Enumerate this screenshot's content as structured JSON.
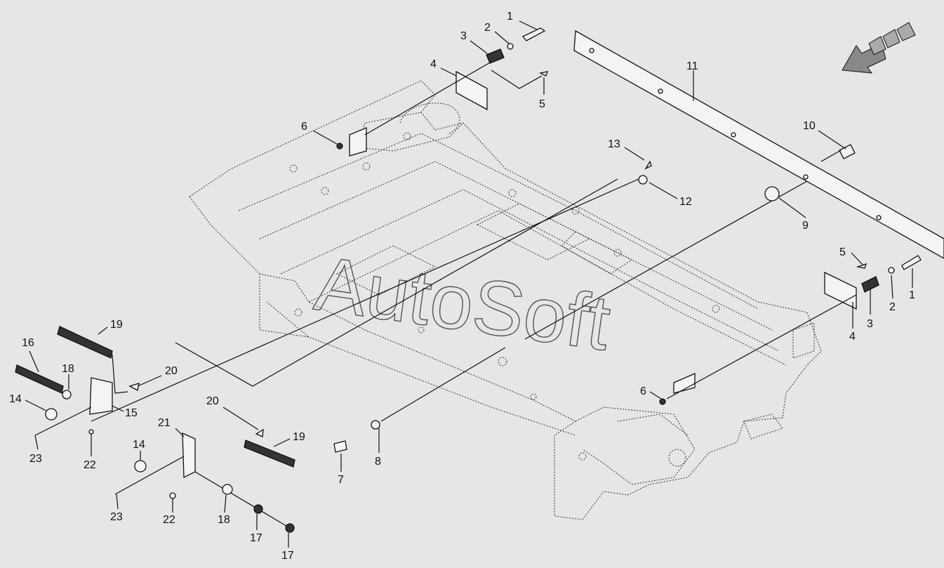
{
  "watermark": {
    "text": "AutoSoft"
  },
  "callouts": [
    {
      "id": "c1a",
      "label": "1"
    },
    {
      "id": "c2a",
      "label": "2"
    },
    {
      "id": "c3a",
      "label": "3"
    },
    {
      "id": "c4a",
      "label": "4"
    },
    {
      "id": "c5a",
      "label": "5"
    },
    {
      "id": "c6a",
      "label": "6"
    },
    {
      "id": "c11",
      "label": "11"
    },
    {
      "id": "c10",
      "label": "10"
    },
    {
      "id": "c13",
      "label": "13"
    },
    {
      "id": "c12",
      "label": "12"
    },
    {
      "id": "c9",
      "label": "9"
    },
    {
      "id": "c5b",
      "label": "5"
    },
    {
      "id": "c1b",
      "label": "1"
    },
    {
      "id": "c2b",
      "label": "2"
    },
    {
      "id": "c3b",
      "label": "3"
    },
    {
      "id": "c4b",
      "label": "4"
    },
    {
      "id": "c6b",
      "label": "6"
    },
    {
      "id": "c19a",
      "label": "19"
    },
    {
      "id": "c16",
      "label": "16"
    },
    {
      "id": "c18a",
      "label": "18"
    },
    {
      "id": "c20a",
      "label": "20"
    },
    {
      "id": "c14a",
      "label": "14"
    },
    {
      "id": "c15",
      "label": "15"
    },
    {
      "id": "c23a",
      "label": "23"
    },
    {
      "id": "c22a",
      "label": "22"
    },
    {
      "id": "c20b",
      "label": "20"
    },
    {
      "id": "c21",
      "label": "21"
    },
    {
      "id": "c19b",
      "label": "19"
    },
    {
      "id": "c14b",
      "label": "14"
    },
    {
      "id": "c8",
      "label": "8"
    },
    {
      "id": "c7",
      "label": "7"
    },
    {
      "id": "c23b",
      "label": "23"
    },
    {
      "id": "c22b",
      "label": "22"
    },
    {
      "id": "c18b",
      "label": "18"
    },
    {
      "id": "c17a",
      "label": "17"
    },
    {
      "id": "c17b",
      "label": "17"
    }
  ]
}
